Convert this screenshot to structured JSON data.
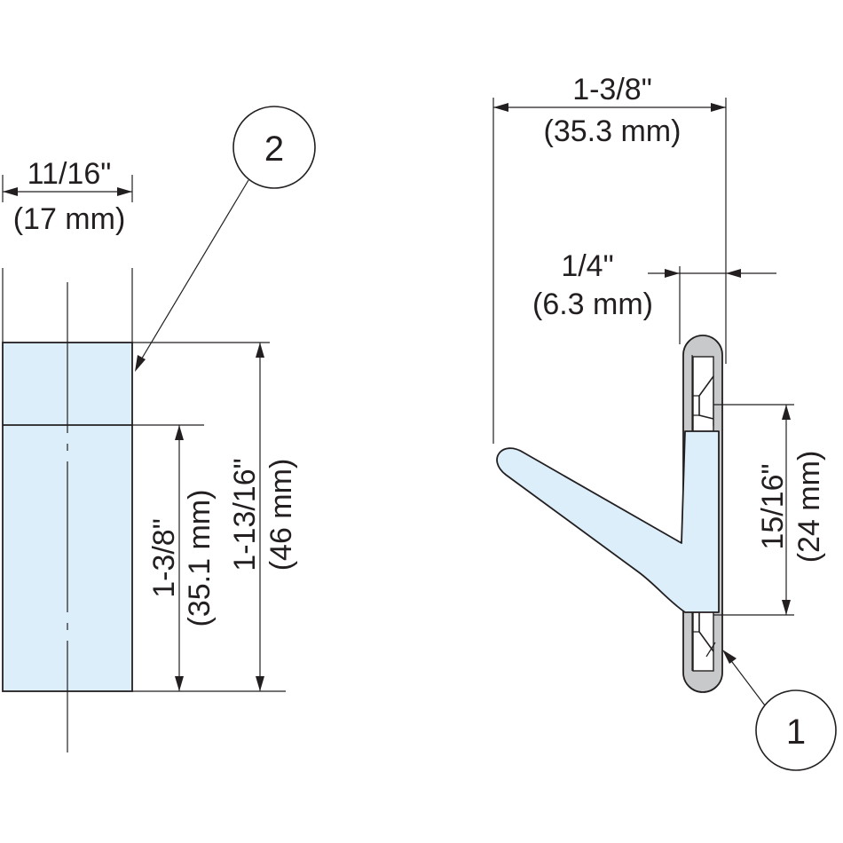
{
  "colors": {
    "part_fill": "#dbeefa",
    "mount_fill": "#c7c9cb",
    "line": "#231f20",
    "background": "#ffffff"
  },
  "left_view": {
    "width_in": "11/16\"",
    "width_mm": "(17 mm)",
    "lower_height_in": "1-3/8\"",
    "lower_height_mm": "(35.1 mm)",
    "total_height_in": "1-13/16\"",
    "total_height_mm": "(46 mm)",
    "callout": "2"
  },
  "right_view": {
    "overall_width_in": "1-3/8\"",
    "overall_width_mm": "(35.3 mm)",
    "plate_thickness_in": "1/4\"",
    "plate_thickness_mm": "(6.3 mm)",
    "hole_spacing_in": "15/16\"",
    "hole_spacing_mm": "(24 mm)",
    "callout": "1"
  }
}
